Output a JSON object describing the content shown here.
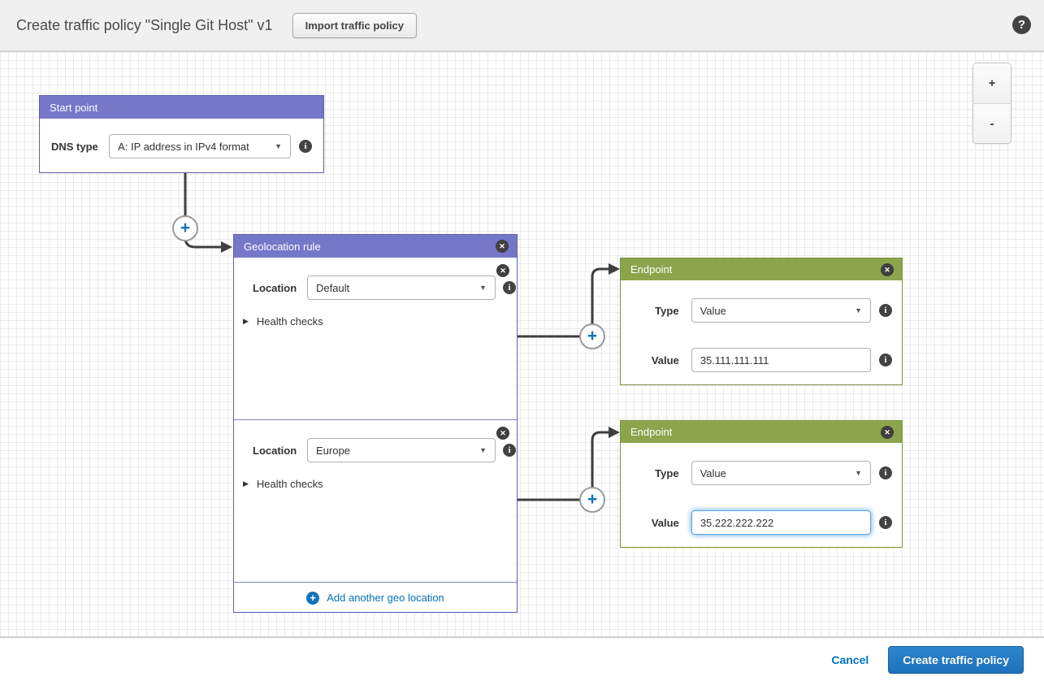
{
  "header": {
    "title": "Create traffic policy \"Single Git Host\" v1",
    "import_button_label": "Import traffic policy"
  },
  "icons": {
    "help": "?",
    "close": "✕",
    "info": "i",
    "caret": "▼",
    "expander": "▶",
    "plus": "+"
  },
  "zoom_controls": {
    "zoom_in_label": "+",
    "zoom_out_label": "-"
  },
  "start_point": {
    "title": "Start point",
    "dns_type_label": "DNS type",
    "dns_type_value": "A: IP address in IPv4 format"
  },
  "geolocation_rule": {
    "title": "Geolocation rule",
    "sections": [
      {
        "location_label": "Location",
        "location_value": "Default",
        "health_checks_label": "Health checks"
      },
      {
        "location_label": "Location",
        "location_value": "Europe",
        "health_checks_label": "Health checks"
      }
    ],
    "add_link_label": "Add another geo location"
  },
  "endpoints": [
    {
      "title": "Endpoint",
      "type_label": "Type",
      "type_value": "Value",
      "value_label": "Value",
      "value_text": "35.111.111.111"
    },
    {
      "title": "Endpoint",
      "type_label": "Type",
      "type_value": "Value",
      "value_label": "Value",
      "value_text": "35.222.222.222"
    }
  ],
  "footer": {
    "cancel_label": "Cancel",
    "create_button_label": "Create traffic policy"
  },
  "colors": {
    "purple_header": "#7577c9",
    "green_header": "#8ca54c",
    "link_blue": "#0073bb",
    "button_blue": "#1d72bb",
    "connector": "#3f3f3f"
  }
}
